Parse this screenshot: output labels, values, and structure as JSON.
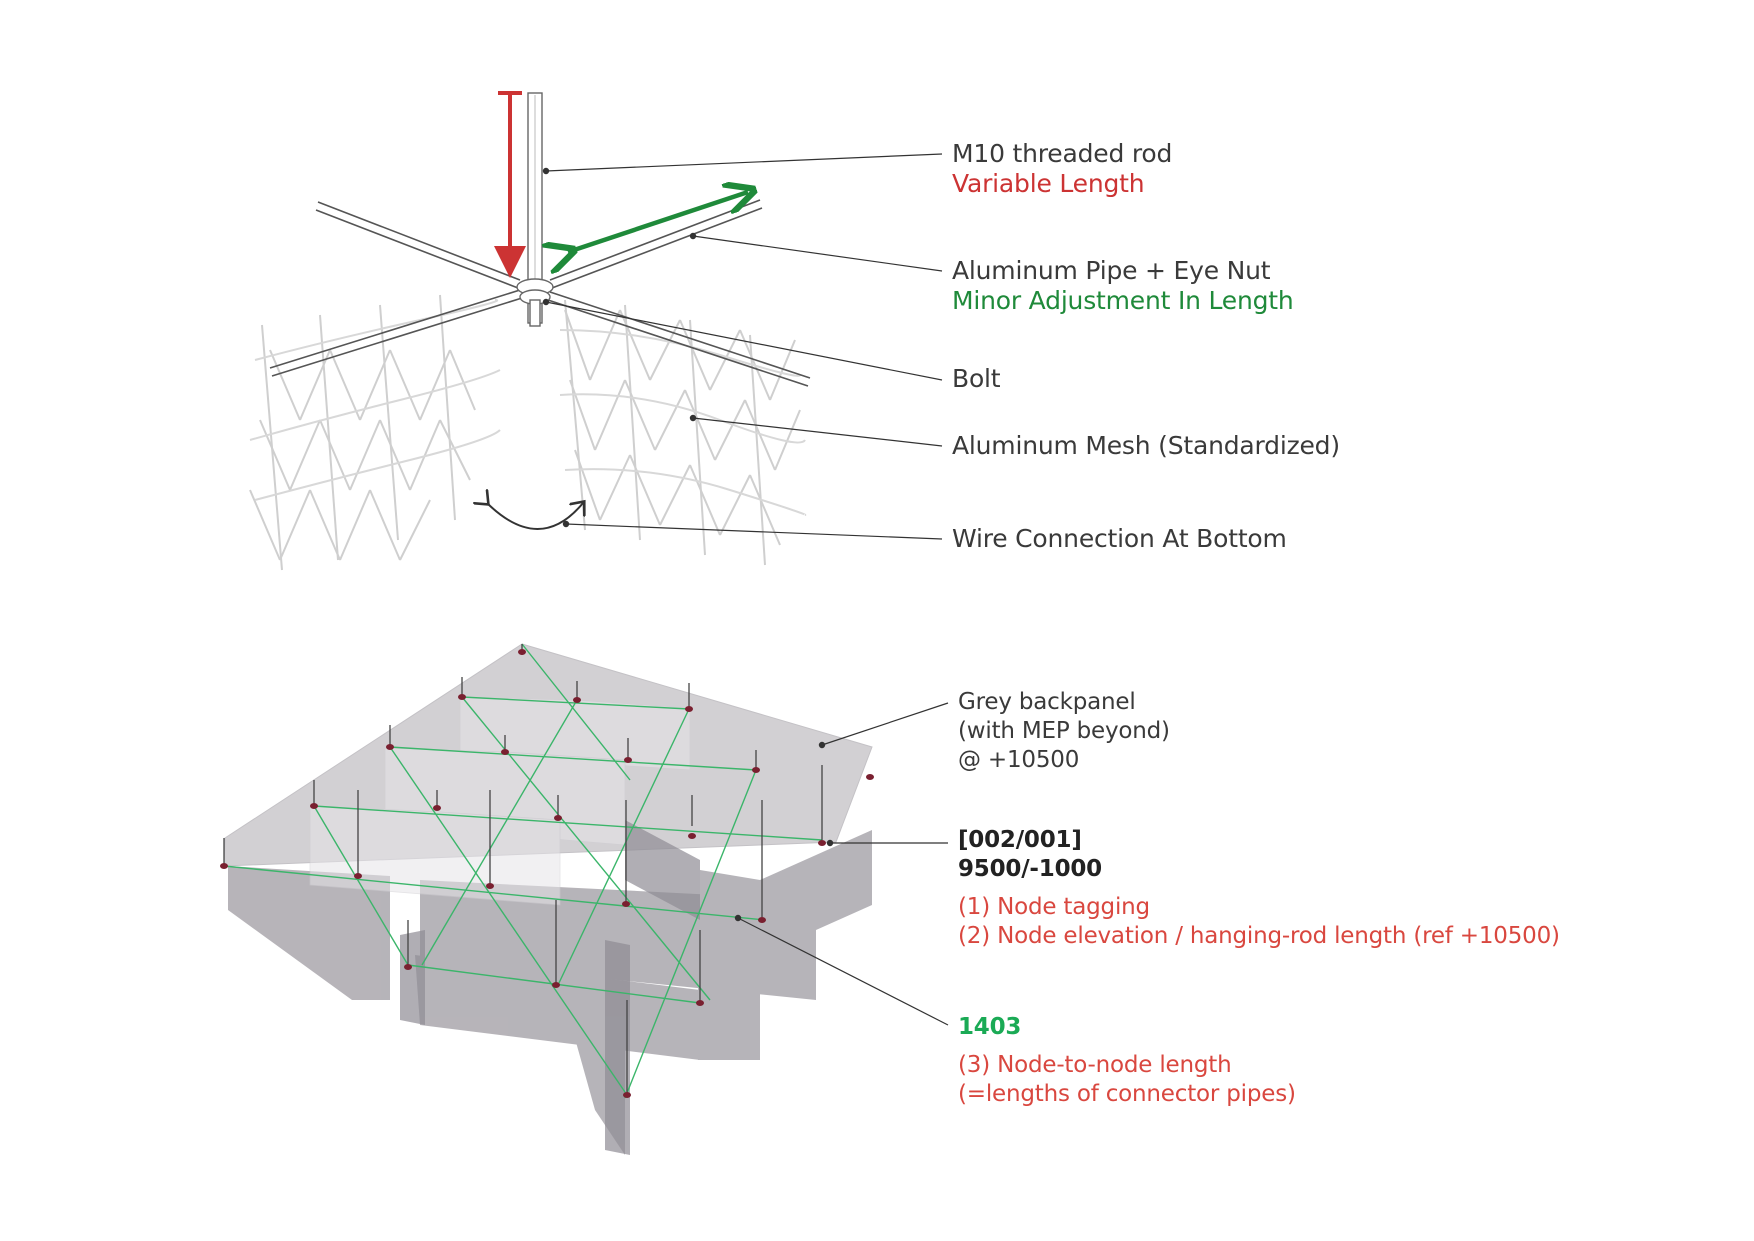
{
  "colors": {
    "red": "#cc3333",
    "green": "#1f8a3a",
    "bright_green": "#1aaa55",
    "text": "#3a3a3a",
    "panel_grey": "#b9b6bb",
    "node": "#7a2030"
  },
  "top_callouts": {
    "rod": {
      "title": "M10 threaded rod",
      "note": "Variable Length"
    },
    "pipe": {
      "title": "Aluminum Pipe + Eye Nut",
      "note": "Minor Adjustment In Length"
    },
    "bolt": {
      "title": "Bolt"
    },
    "mesh": {
      "title": "Aluminum Mesh (Standardized)"
    },
    "wire": {
      "title": "Wire Connection At Bottom"
    }
  },
  "bottom_callouts": {
    "backpanel": {
      "line1": "Grey backpanel",
      "line2": "(with MEP beyond)",
      "line3": "@ +10500"
    },
    "node": {
      "tag": "[002/001]",
      "elevation": "9500/-1000",
      "note1": "(1) Node tagging",
      "note2": "(2) Node elevation / hanging-rod length (ref +10500)"
    },
    "length": {
      "value": "1403",
      "note1": "(3) Node-to-node length",
      "note2": "(=lengths of connector pipes)"
    }
  }
}
